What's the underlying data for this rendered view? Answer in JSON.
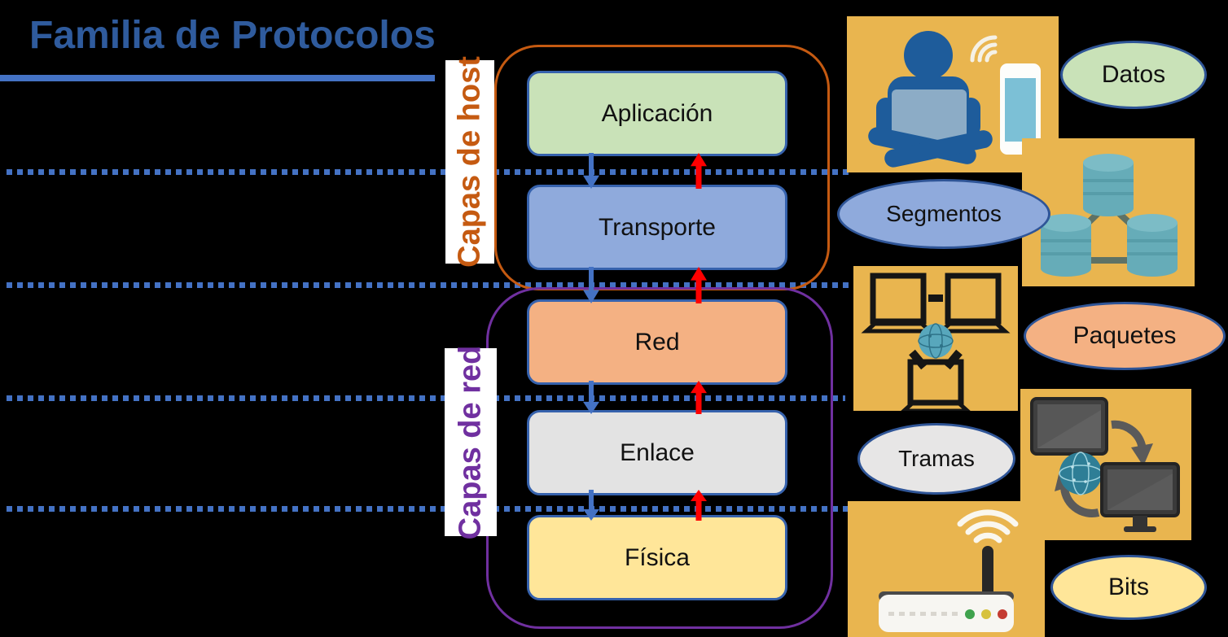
{
  "title": {
    "text": "Familia de Protocolos"
  },
  "groups": {
    "host": {
      "label": "Capas de host",
      "color": "#C55A11"
    },
    "net": {
      "label": "Capas de red",
      "color": "#7030A0"
    }
  },
  "layers": [
    {
      "label": "Aplicación",
      "fill": "#C9E2B8"
    },
    {
      "label": "Transporte",
      "fill": "#8FAADC"
    },
    {
      "label": "Red",
      "fill": "#F4B183"
    },
    {
      "label": "Enlace",
      "fill": "#E3E3E3"
    },
    {
      "label": "Física",
      "fill": "#FFE699"
    }
  ],
  "pdu": [
    {
      "label": "Datos",
      "fill": "#C9E2B8"
    },
    {
      "label": "Segmentos",
      "fill": "#8FAADC"
    },
    {
      "label": "Paquetes",
      "fill": "#F4B183"
    },
    {
      "label": "Tramas",
      "fill": "#E7E6E6"
    },
    {
      "label": "Bits",
      "fill": "#FFE699"
    }
  ],
  "icons": {
    "down-arrow-icon": "blue downward flow arrow",
    "up-arrow-icon": "red upward flow arrow",
    "user-devices-icon": "person with laptop and smartphone",
    "databases-icon": "three connected database cylinders",
    "networked-computers-icon": "three laptops linked to a globe",
    "data-exchange-icon": "two monitors with circular sync arrows and globe",
    "router-icon": "wireless router with antenna and LEDs"
  },
  "colors": {
    "background": "#000000",
    "title_blue": "#2F5B9D",
    "accent_blue": "#4472C4",
    "box_border_blue": "#3662AD",
    "ellipse_border_blue": "#2F5597",
    "host_group_orange": "#C55A11",
    "net_group_purple": "#7030A0",
    "up_arrow_red": "#FF0000",
    "illustration_bg": "#E9B54F"
  }
}
